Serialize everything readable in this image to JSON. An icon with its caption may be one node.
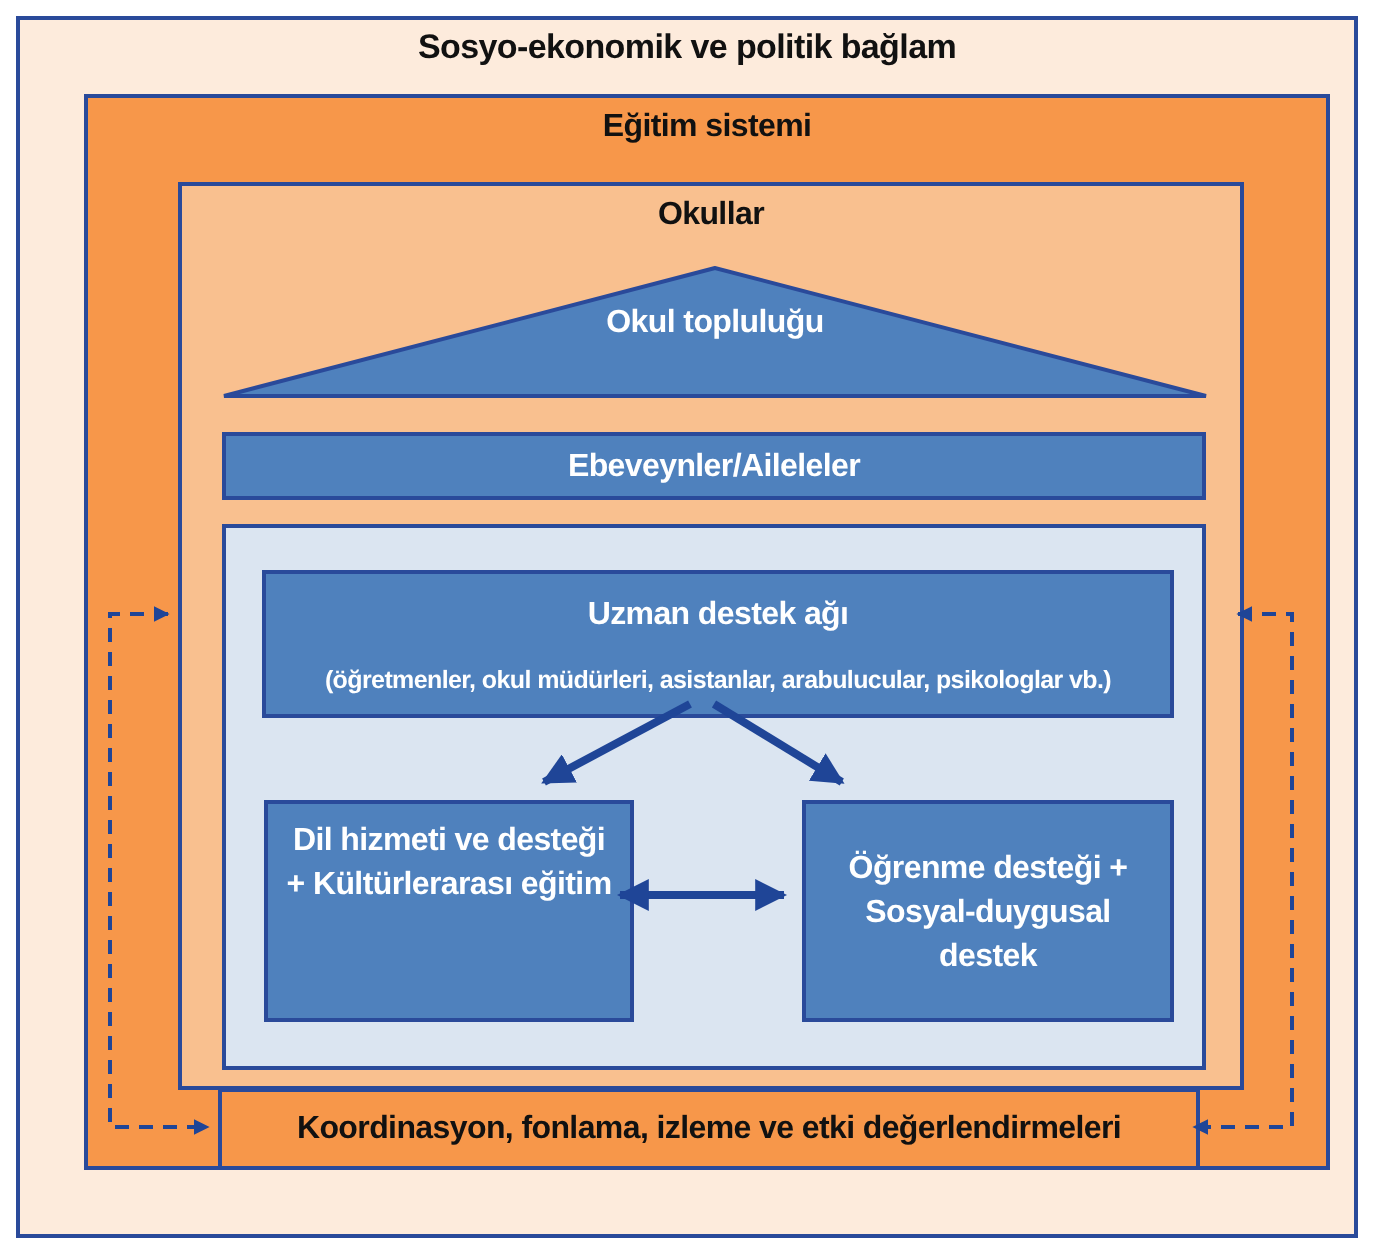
{
  "diagram": {
    "nodes": [
      {
        "text": [
          "Sosyo-ekonomik ve politik bağlam"
        ]
      },
      {
        "text": [
          "Eğitim sistemi"
        ],
        "in": 0
      },
      {
        "text": [
          "Okullar"
        ],
        "in": 1
      },
      {
        "text": [
          "Okul topluluğu"
        ],
        "in": 2
      },
      {
        "text": [
          "Ebeveynler/Aileleler"
        ],
        "in": 2
      },
      {
        "text": [],
        "shape": "box",
        "in": 2
      },
      {
        "text": [
          "Uzman destek ağı",
          "(öğretmenler, okul müdürleri, asistanlar, arabulucular, psikologlar vb.)"
        ],
        "in": 5
      },
      {
        "text": [
          "Dil hizmeti ve desteği + Kültürlerarası eğitim"
        ],
        "in": 5
      },
      {
        "text": [
          "Öğrenme desteği + Sosyal-duygusal destek"
        ],
        "in": 5
      },
      {
        "text": [
          "Koordinasyon, fonlama, izleme ve etki değerlendirmeleri"
        ],
        "in": 1
      }
    ],
    "edges": [
      {
        "from": 6,
        "to": 7,
        "arrow": "to"
      },
      {
        "from": 6,
        "to": 8,
        "arrow": "to"
      },
      {
        "from": 7,
        "to": 8,
        "arrow": "both"
      },
      {
        "from": 2,
        "to": 9,
        "arrow": "both",
        "style": "dashed"
      },
      {
        "from": 2,
        "to": 9,
        "arrow": "both",
        "style": "dashed"
      }
    ]
  }
}
